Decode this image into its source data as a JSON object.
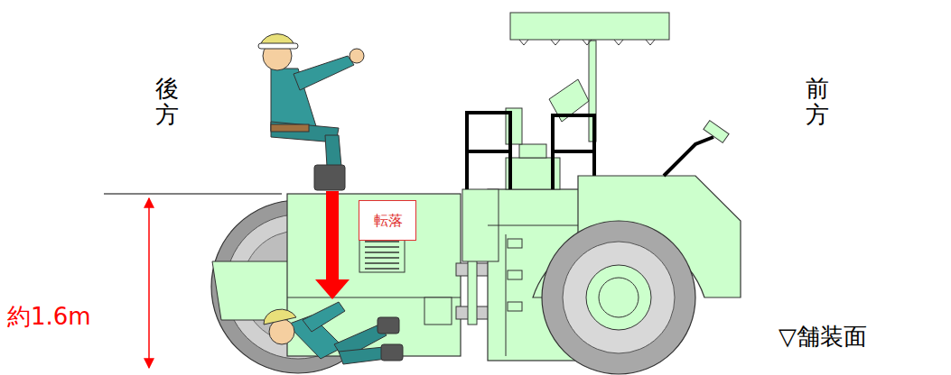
{
  "diagram": {
    "nodes": [
      {
        "text": [
          "転落"
        ]
      }
    ],
    "labels": [
      "後方",
      "前方",
      "約1.6m",
      "▽舗装面"
    ]
  }
}
